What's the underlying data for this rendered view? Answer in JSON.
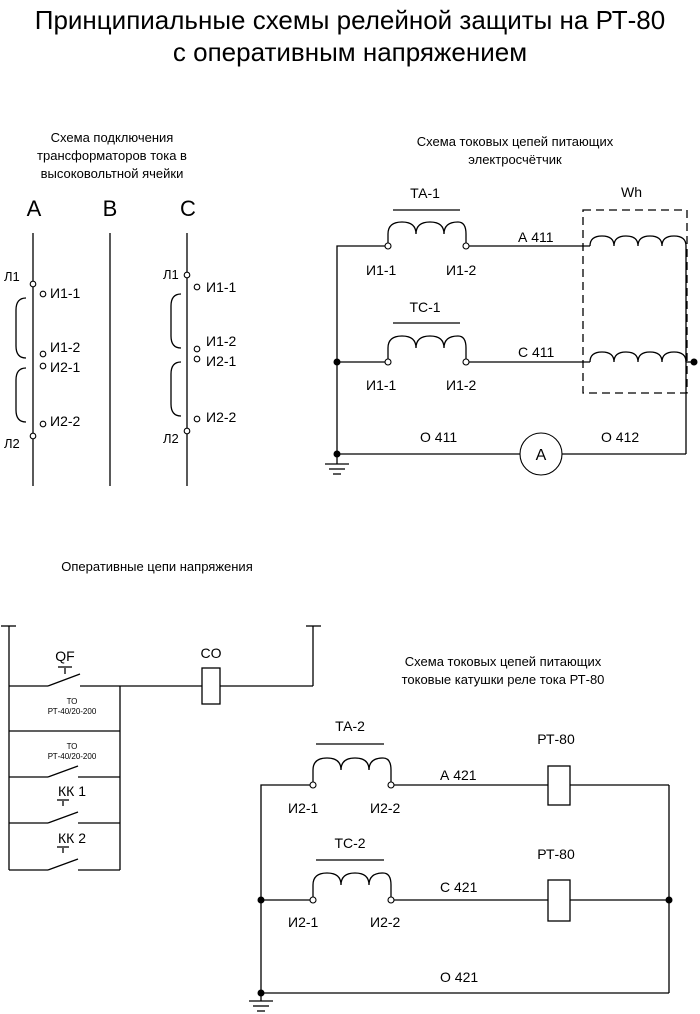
{
  "title": {
    "line1": "Принципиальные схемы релейной защиты на РТ-80",
    "line2": "с оперативным напряжением"
  },
  "ct_connection": {
    "caption_lines": [
      "Схема подключения",
      "трансформаторов тока в",
      "высоковольтной ячейки"
    ],
    "phase_a": "A",
    "phase_b": "B",
    "phase_c": "C",
    "l1": "Л1",
    "l2": "Л2",
    "i11": "И1-1",
    "i12": "И1-2",
    "i21": "И2-1",
    "i22": "И2-2"
  },
  "meter_circuit": {
    "caption_lines": [
      "Схема токовых цепей питающих",
      "электросчётчик"
    ],
    "ta": "ТА-1",
    "tc": "ТС-1",
    "meter": "Wh",
    "wire_a": "А 411",
    "wire_c": "С 411",
    "wire_o1": "О 411",
    "wire_o2": "О 412",
    "ammeter": "A",
    "term_1": "И1-1",
    "term_2": "И1-2"
  },
  "operative_circuit": {
    "caption": "Оперативные цепи напряжения",
    "qf": "QF",
    "co": "CO",
    "to_label": "ТО",
    "relay_model": "РТ-40/20-200",
    "kk1": "КК 1",
    "kk2": "КК 2"
  },
  "relay_circuit": {
    "caption_lines": [
      "Схема токовых цепей питающих",
      "токовые катушки реле тока РТ-80"
    ],
    "ta": "ТА-2",
    "tc": "ТС-2",
    "relay": "РТ-80",
    "wire_a": "А 421",
    "wire_c": "С 421",
    "wire_o": "О 421",
    "term_1": "И2-1",
    "term_2": "И2-2"
  },
  "colors": {
    "line": "#000000",
    "background": "#ffffff"
  }
}
